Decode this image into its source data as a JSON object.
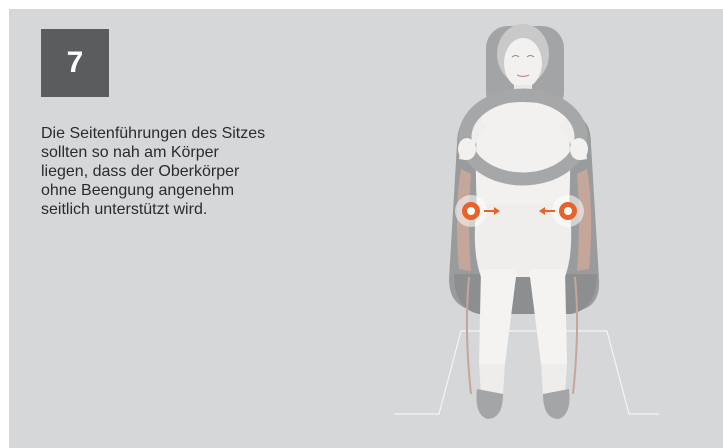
{
  "step": {
    "number": "7"
  },
  "description": {
    "lines": [
      "Die Seitenführungen des Sitzes",
      "sollten so nah am Körper",
      "liegen, dass der Oberkörper",
      "ohne Beengung angenehm",
      "seitlich unterstützt wird."
    ]
  },
  "colors": {
    "background": "#d6d7d8",
    "step_box": "#5b5c5e",
    "accent": "#e8622a",
    "figure": "#f2f1ef",
    "seat": "#9a9b9d"
  },
  "icons": [
    "seat-icon",
    "driver-figure-icon",
    "steering-wheel-icon",
    "side-bolster-indicator-icon",
    "arrow-right-icon",
    "arrow-left-icon"
  ]
}
